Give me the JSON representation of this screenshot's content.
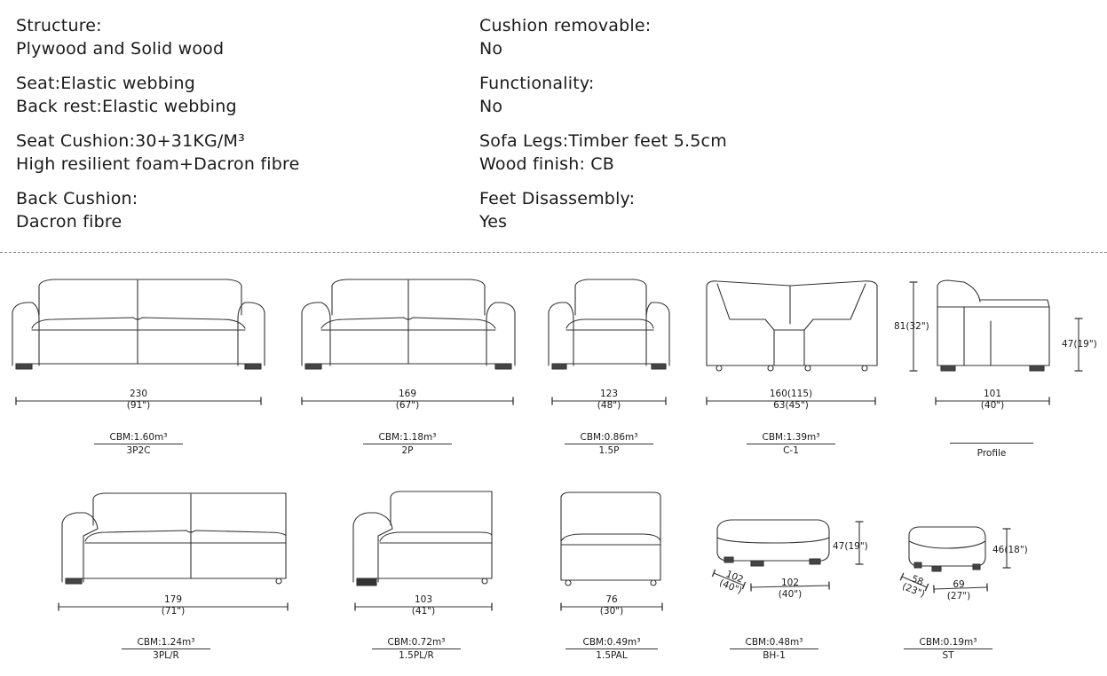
{
  "specs": {
    "structure_label": "Structure:",
    "structure_value": "Plywood and Solid wood",
    "seat": "Seat:Elastic webbing",
    "back_rest": "Back rest:Elastic webbing",
    "seat_cushion": "Seat Cushion:30+31KG/M³",
    "seat_cushion_value": "High resilient foam+Dacron fibre",
    "back_cushion_label": "Back Cushion:",
    "back_cushion_value": "Dacron fibre",
    "cushion_removable_label": "Cushion removable:",
    "cushion_removable_value": "No",
    "functionality_label": "Functionality:",
    "functionality_value": "No",
    "sofa_legs": "Sofa Legs:Timber feet 5.5cm",
    "wood_finish": "Wood finish: CB",
    "feet_disassembly_label": "Feet Disassembly:",
    "feet_disassembly_value": "Yes"
  },
  "products": [
    {
      "width_cm": "230",
      "width_in": "(91\")",
      "cbm": "CBM:1.60m³",
      "code": "3P2C"
    },
    {
      "width_cm": "169",
      "width_in": "(67\")",
      "cbm": "CBM:1.18m³",
      "code": "2P"
    },
    {
      "width_cm": "123",
      "width_in": "(48\")",
      "cbm": "CBM:0.86m³",
      "code": "1.5P"
    },
    {
      "width_cm": "160(115)",
      "width_in": "63(45\")",
      "cbm": "CBM:1.39m³",
      "code": "C-1"
    },
    {
      "width_cm": "101",
      "width_in": "(40\")",
      "cbm": "",
      "code": "Profile",
      "height_total": "81(32\")",
      "seat_height": "47(19\")"
    },
    {
      "width_cm": "179",
      "width_in": "(71\")",
      "cbm": "CBM:1.24m³",
      "code": "3PL/R"
    },
    {
      "width_cm": "103",
      "width_in": "(41\")",
      "cbm": "CBM:0.72m³",
      "code": "1.5PL/R"
    },
    {
      "width_cm": "76",
      "width_in": "(30\")",
      "cbm": "CBM:0.49m³",
      "code": "1.5PAL"
    },
    {
      "width_cm": "102",
      "width_in": "(40\")",
      "depth_cm": "102",
      "depth_in": "(40\")",
      "height": "47(19\")",
      "cbm": "CBM:0.48m³",
      "code": "BH-1"
    },
    {
      "width_cm": "69",
      "width_in": "(27\")",
      "depth_cm": "58",
      "depth_in": "(23\")",
      "height": "46(18\")",
      "cbm": "CBM:0.19m³",
      "code": "ST"
    }
  ]
}
